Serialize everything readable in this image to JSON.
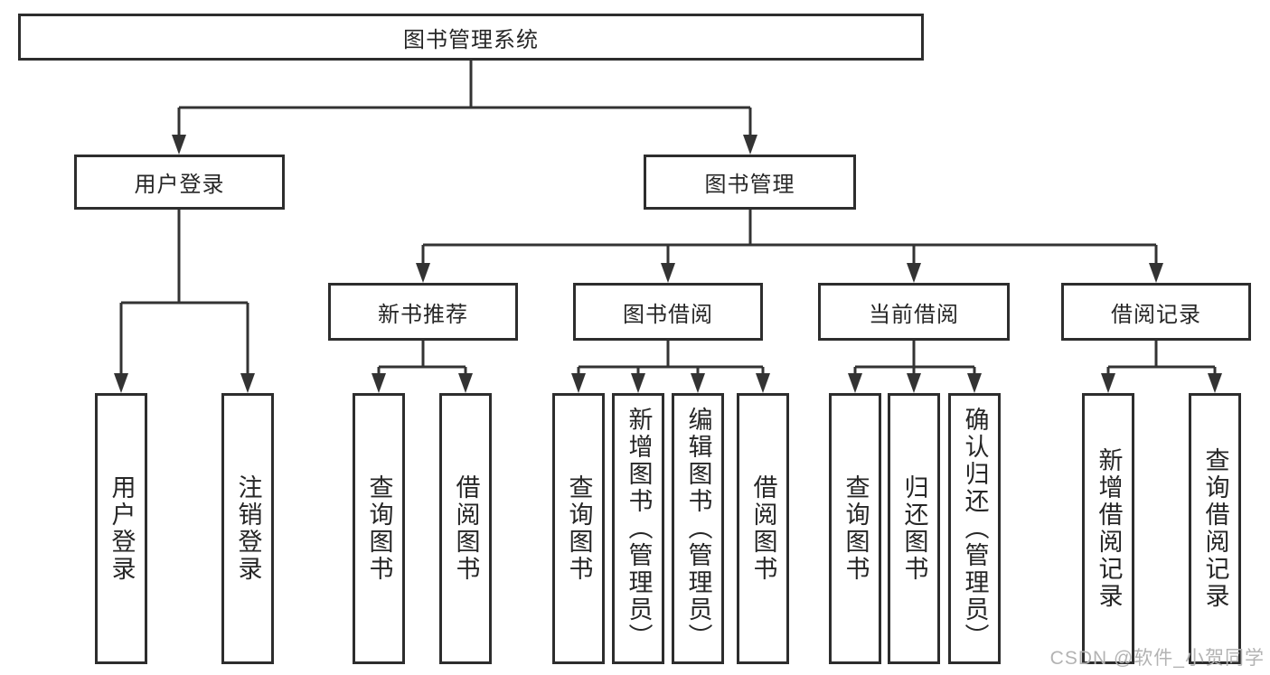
{
  "nodes": {
    "root": "图书管理系统",
    "level2": [
      "用户登录",
      "图书管理"
    ],
    "level3": [
      "新书推荐",
      "图书借阅",
      "当前借阅",
      "借阅记录"
    ],
    "leaves": [
      "用户登录",
      "注销登录",
      "查询图书",
      "借阅图书",
      "查询图书",
      "新增图书（管理员）",
      "编辑图书（管理员）",
      "借阅图书",
      "查询图书",
      "归还图书",
      "确认归还（管理员）",
      "新增借阅记录",
      "查询借阅记录"
    ]
  },
  "watermark": "CSDN @软件_小贺同学",
  "colors": {
    "line": "#333333",
    "border": "#2d2d2d",
    "text": "#262626",
    "watermark": "#b3b3b3"
  }
}
